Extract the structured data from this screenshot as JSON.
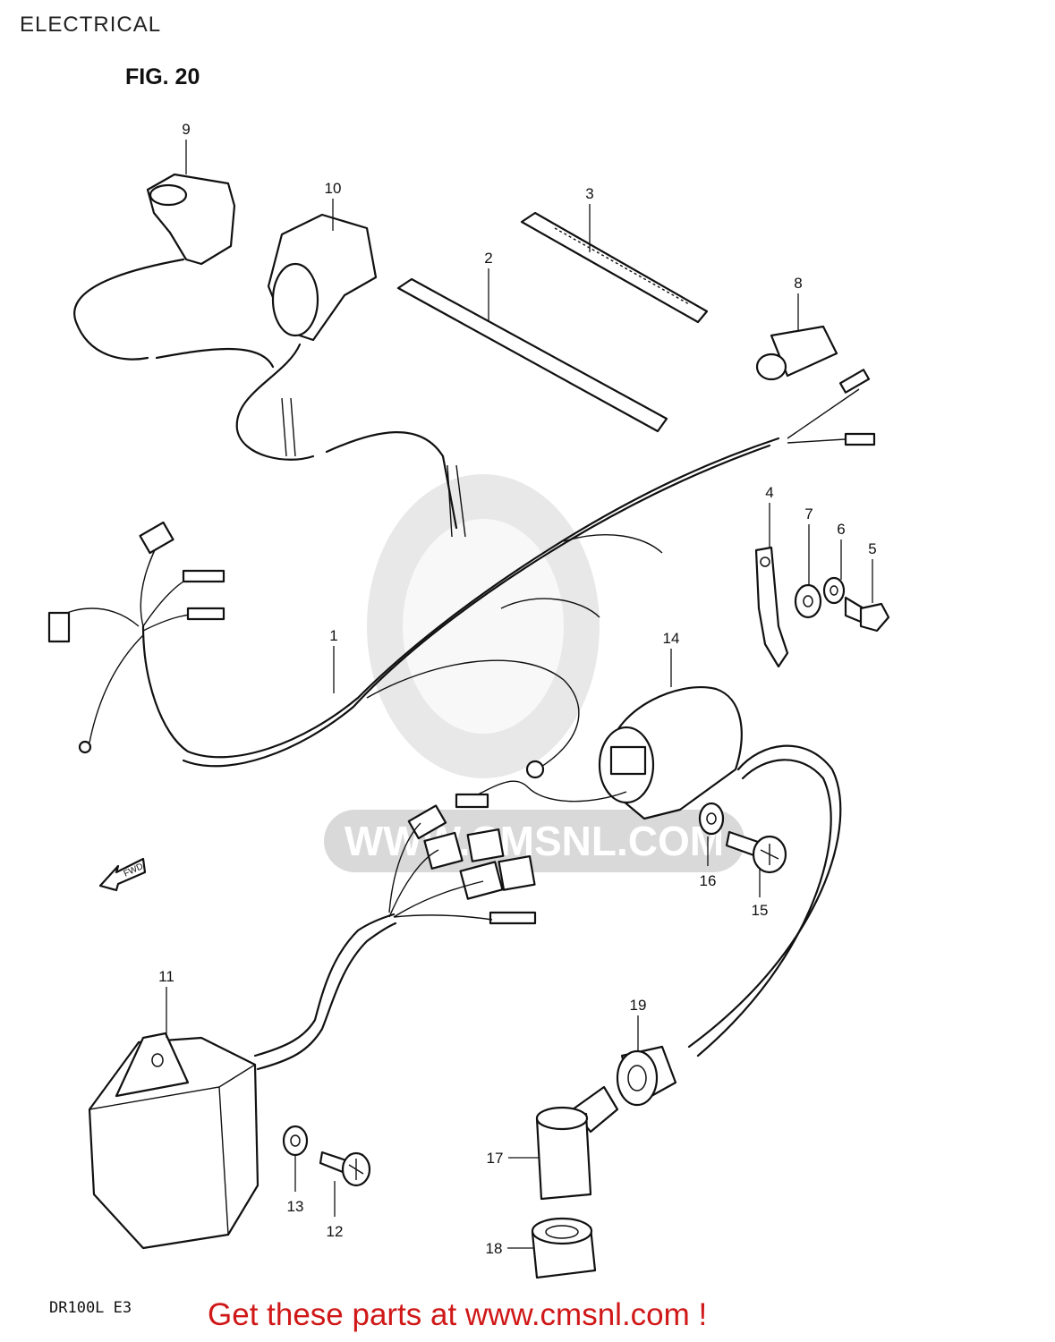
{
  "header": {
    "title": "ELECTRICAL",
    "figure": "FIG. 20"
  },
  "footer": {
    "model": "DR100L  E3",
    "link_text": "Get these parts at www.cmsnl.com !"
  },
  "watermark": {
    "text": "WWW.CMSNL.COM"
  },
  "direction_marker": "FWD",
  "callouts": [
    "1",
    "2",
    "3",
    "4",
    "5",
    "6",
    "7",
    "8",
    "9",
    "10",
    "11",
    "12",
    "13",
    "14",
    "15",
    "16",
    "17",
    "18",
    "19"
  ]
}
